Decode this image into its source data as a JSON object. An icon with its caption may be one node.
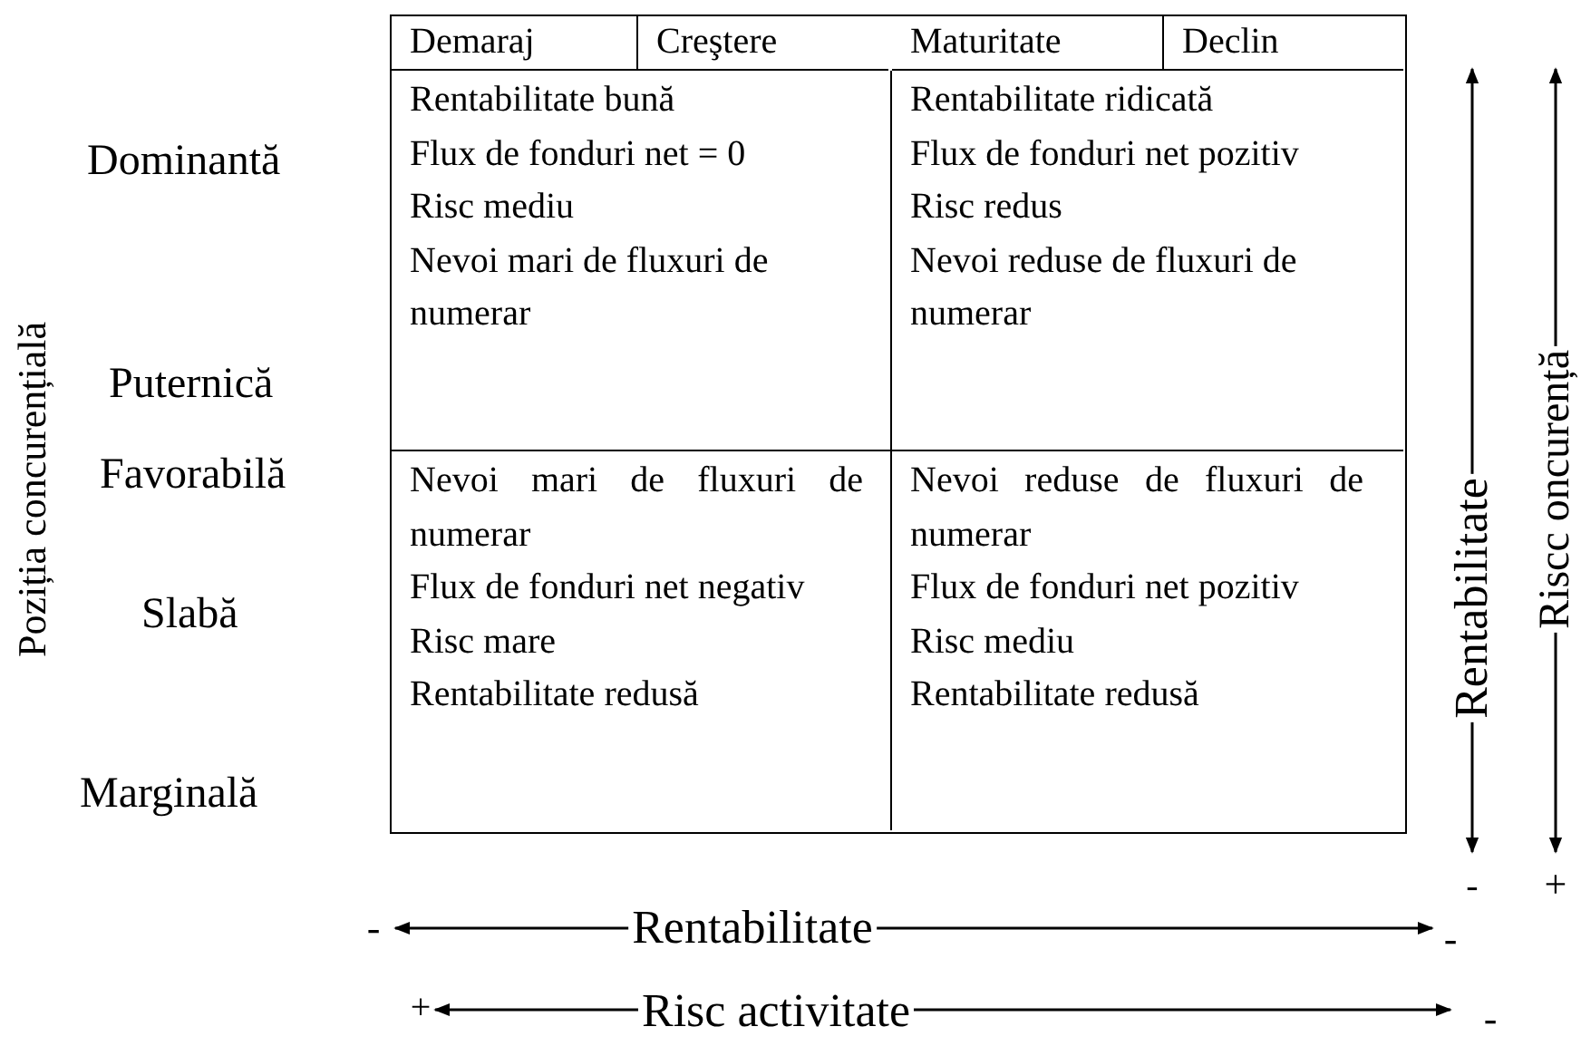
{
  "diagram": {
    "labels": [
      "Demaraj",
      "Creştere",
      "Maturitate",
      "Declin",
      "Rentabilitate bună",
      "Flux de fonduri net = 0",
      "Risc mediu",
      "Nevoi mari de fluxuri de numerar",
      "Rentabilitate ridicată",
      "Flux de fonduri net pozitiv",
      "Risc redus",
      "Nevoi reduse de fluxuri de numerar",
      "Nevoi mari de fluxuri de numerar",
      "Flux de fonduri net negativ",
      "Risc mare",
      "Rentabilitate redusă",
      "Nevoi reduse de fluxuri de numerar",
      "Flux de fonduri net pozitiv",
      "Risc mediu",
      "Rentabilitate redusă",
      "Dominantă",
      "Puternică",
      "Favorabilă",
      "Slabă",
      "Marginală",
      "Poziția concurențială",
      "Rentabilitate",
      "-",
      "Riscc oncurență",
      "+",
      "-",
      "Rentabilitate",
      "-",
      "+",
      "Risc activitate",
      "-"
    ]
  }
}
